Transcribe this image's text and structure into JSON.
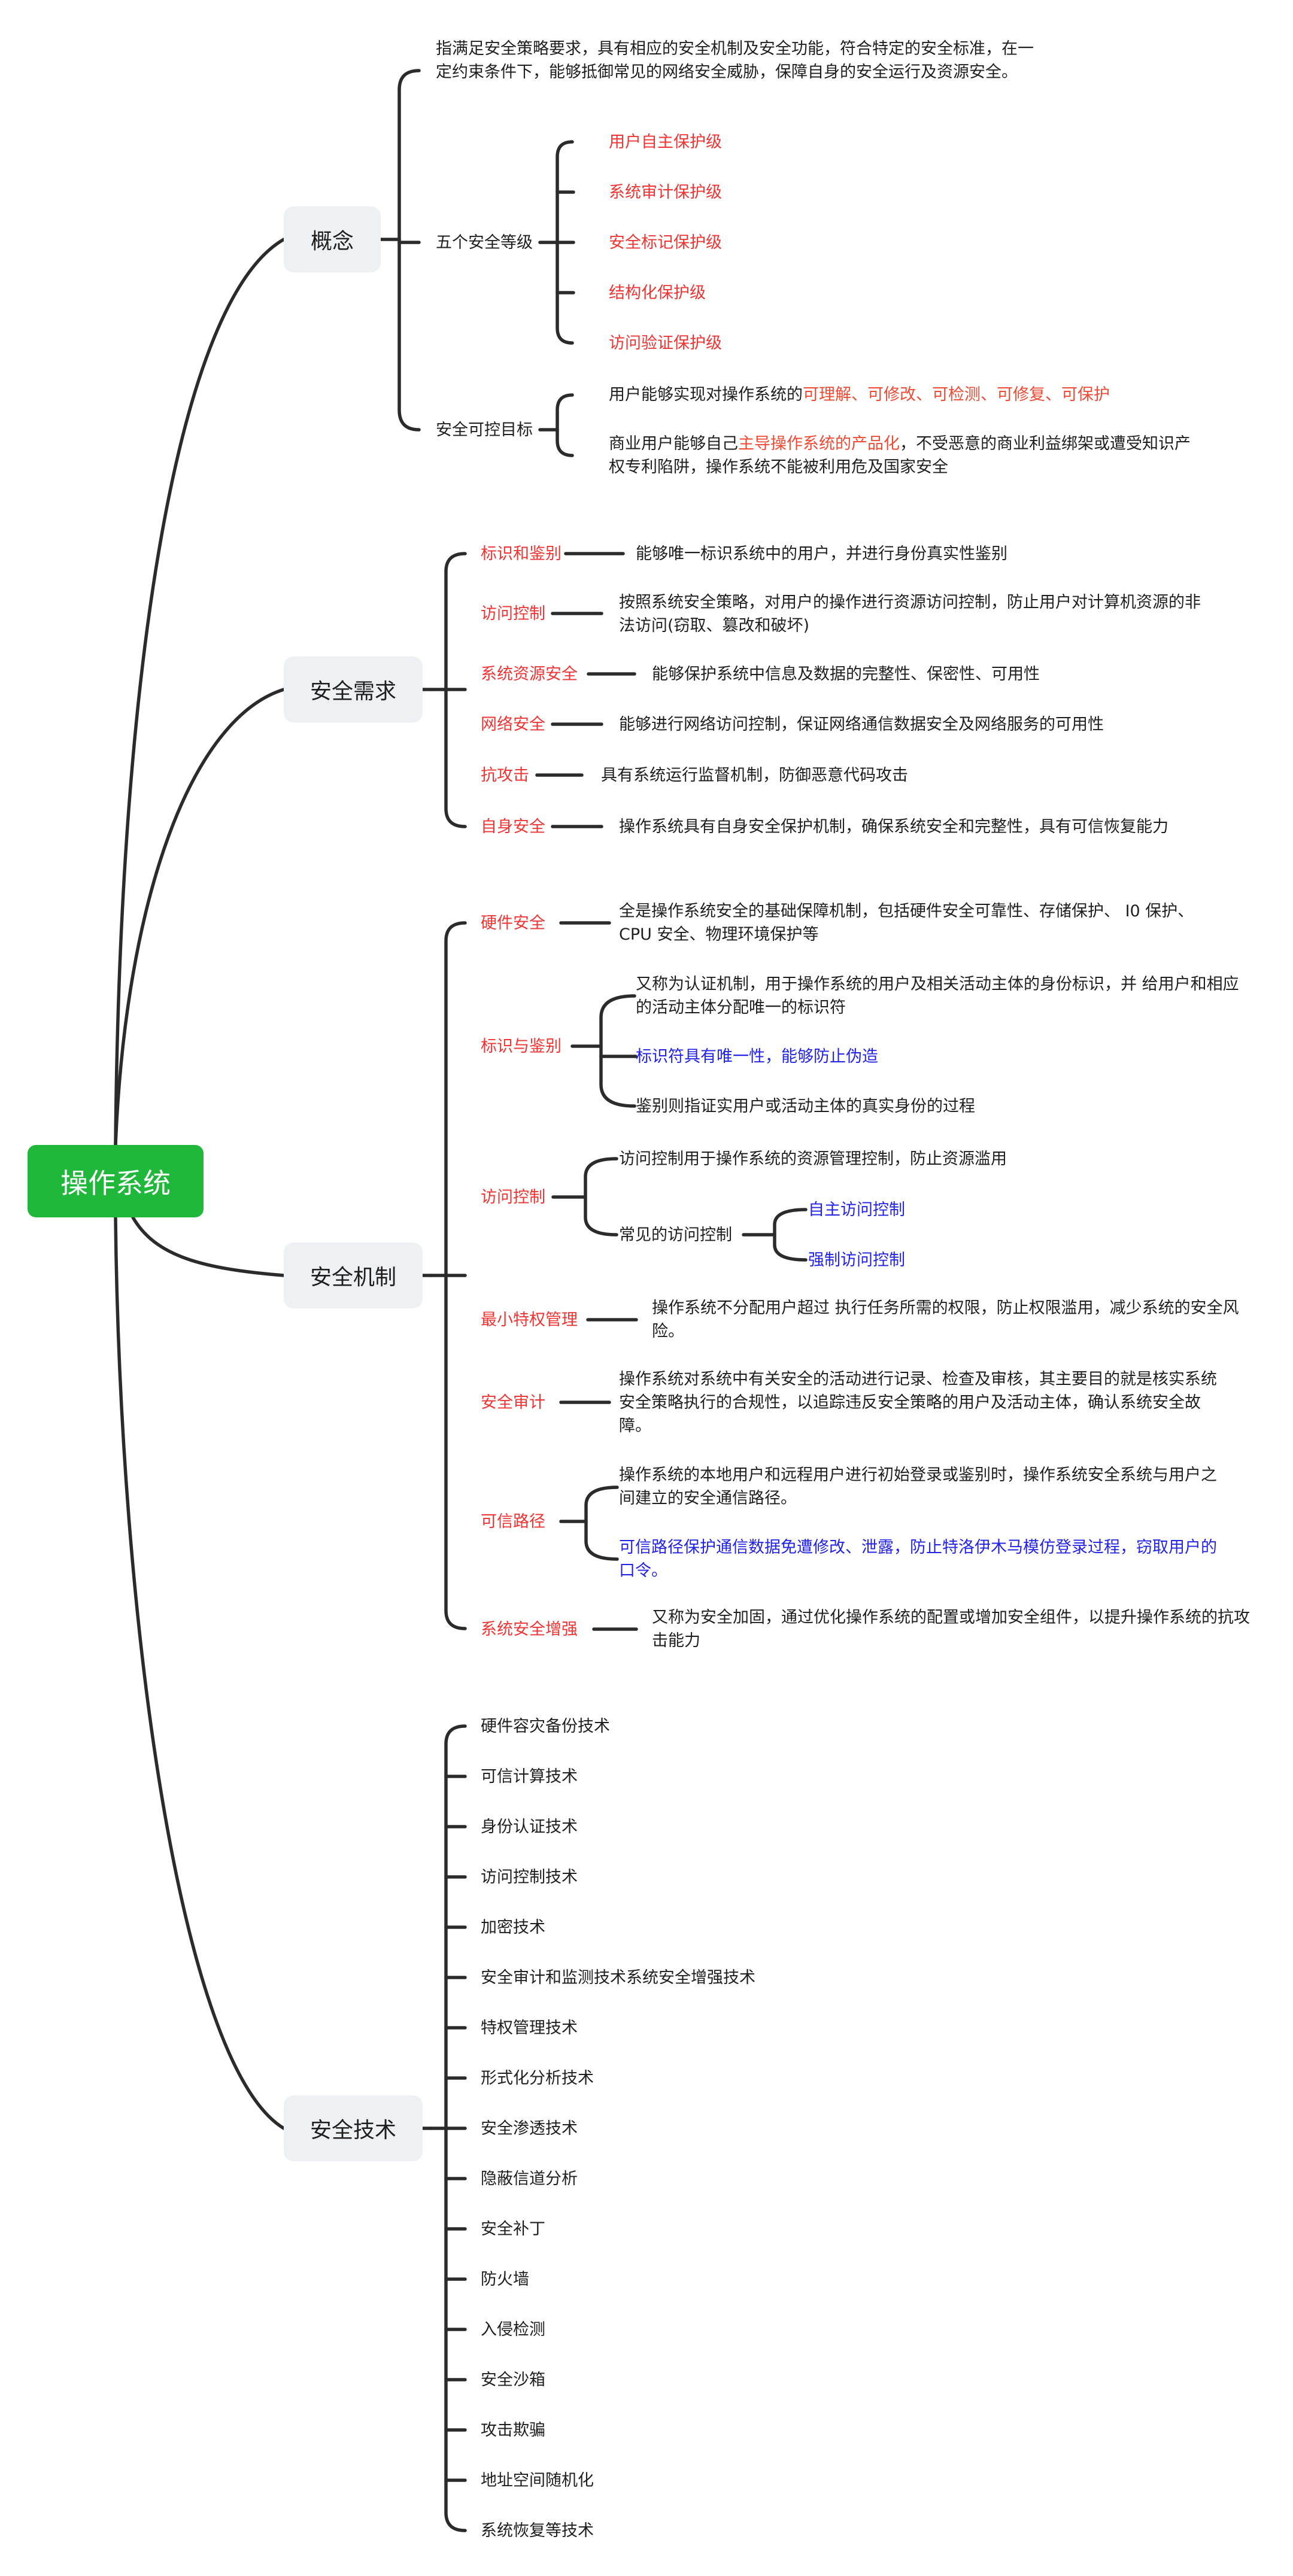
{
  "root": "操作系统",
  "concept": {
    "label": "概念",
    "definition": "指满足安全策略要求，具有相应的安全机制及安全功能，符合特定的安全标准，在一定约束条件下，能够抵御常见的网络安全威胁，保障自身的安全运行及资源安全。",
    "levels_label": "五个安全等级",
    "levels": [
      "用户自主保护级",
      "系统审计保护级",
      "安全标记保护级",
      "结构化保护级",
      "访问验证保护级"
    ],
    "control_label": "安全可控目标",
    "control_1": {
      "before": "用户能够实现对操作系统的",
      "highlight": "可理解、可修改、可检测、可修复、可保护",
      "after": ""
    },
    "control_2": {
      "before": "商业用户能够自己",
      "highlight": "主导操作系统的产品化",
      "after": "，不受恶意的商业利益绑架或遭受知识产权专利陷阱，操作系统不能被利用危及国家安全"
    }
  },
  "requirements": {
    "label": "安全需求",
    "items": [
      {
        "name": "标识和鉴别",
        "desc": "能够唯一标识系统中的用户，并进行身份真实性鉴别"
      },
      {
        "name": "访问控制",
        "desc": "按照系统安全策略，对用户的操作进行资源访问控制，防止用户对计算机资源的非法访问(窃取、篡改和破坏)"
      },
      {
        "name": "系统资源安全",
        "desc": "能够保护系统中信息及数据的完整性、保密性、可用性"
      },
      {
        "name": "网络安全",
        "desc": "能够进行网络访问控制，保证网络通信数据安全及网络服务的可用性"
      },
      {
        "name": "抗攻击",
        "desc": "具有系统运行监督机制，防御恶意代码攻击"
      },
      {
        "name": "自身安全",
        "desc": "操作系统具有自身安全保护机制，确保系统安全和完整性，具有可信恢复能力"
      }
    ]
  },
  "mechanisms": {
    "label": "安全机制",
    "hardware": {
      "name": "硬件安全",
      "desc": "全是操作系统安全的基础保障机制，包括硬件安全可靠性、存储保护、 I0 保护、CPU 安全、物理环境保护等"
    },
    "identification": {
      "name": "标识与鉴别",
      "d1": "又称为认证机制，用于操作系统的用户及相关活动主体的身份标识，并 给用户和相应的活动主体分配唯一的标识符",
      "d2": "标识符具有唯一性，能够防止伪造",
      "d3": "鉴别则指证实用户或活动主体的真实身份的过程"
    },
    "access": {
      "name": "访问控制",
      "d1": "访问控制用于操作系统的资源管理控制，防止资源滥用",
      "common_label": "常见的访问控制",
      "common": [
        "自主访问控制",
        "强制访问控制"
      ]
    },
    "least": {
      "name": "最小特权管理",
      "desc": "操作系统不分配用户超过 执行任务所需的权限，防止权限滥用，减少系统的安全风险。"
    },
    "audit": {
      "name": "安全审计",
      "desc": "操作系统对系统中有关安全的活动进行记录、检查及审核，其主要目的就是核实系统安全策略执行的合规性，以追踪违反安全策略的用户及活动主体，确认系统安全故障。"
    },
    "trusted": {
      "name": "可信路径",
      "d1": "操作系统的本地用户和远程用户进行初始登录或鉴别时，操作系统安全系统与用户之间建立的安全通信路径。",
      "d2": "可信路径保护通信数据免遭修改、泄露，防止特洛伊木马模仿登录过程，窃取用户的口令。"
    },
    "hardening": {
      "name": "系统安全增强",
      "desc": "又称为安全加固，通过优化操作系统的配置或增加安全组件，以提升操作系统的抗攻击能力"
    }
  },
  "technologies": {
    "label": "安全技术",
    "items": [
      "硬件容灾备份技术",
      "可信计算技术",
      "身份认证技术",
      "访问控制技术",
      "加密技术",
      "安全审计和监测技术系统安全增强技术",
      "特权管理技术",
      "形式化分析技术",
      "安全渗透技术",
      "隐蔽信道分析",
      "安全补丁",
      "防火墙",
      "入侵检测",
      "安全沙箱",
      "攻击欺骗",
      "地址空间随机化",
      "系统恢复等技术"
    ]
  },
  "colors": {
    "root": "#1fb83b",
    "main_node": "#edf1f4",
    "red": "#ef3434",
    "blue": "#2323e6",
    "line": "#2b2b2b"
  }
}
